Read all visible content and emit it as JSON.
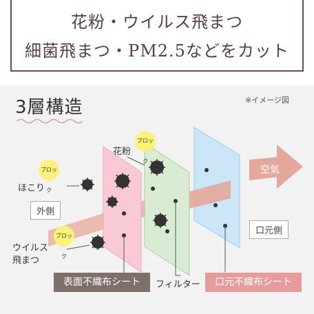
{
  "header": {
    "line1": "花粉・ウイルス飛まつ",
    "line2": "細菌飛まつ・PM2.5などをカット"
  },
  "diagram": {
    "title": "3層構造",
    "note": "※イメージ図",
    "block": "ブロック",
    "labels": {
      "kafun": "花粉",
      "hokori": "ほこり",
      "virus": "ウイルス\n飛まつ",
      "outside": "外側",
      "mouth_side": "口元側",
      "air": "空気"
    },
    "layers": {
      "surface": "表面不織布シート",
      "filter": "フィルター",
      "mouth": "口元不織布シート"
    }
  },
  "colors": {
    "banner_border": "#6a4a4a",
    "layer_pink": "#f9c9d6",
    "layer_green": "#d9ecd3",
    "layer_blue": "#cbe6f6",
    "arrow": "#e4a79b",
    "tag_gray": "#7f6f6a",
    "tag_pink": "#e59c9a",
    "block_yellow": "#fbf27a"
  }
}
